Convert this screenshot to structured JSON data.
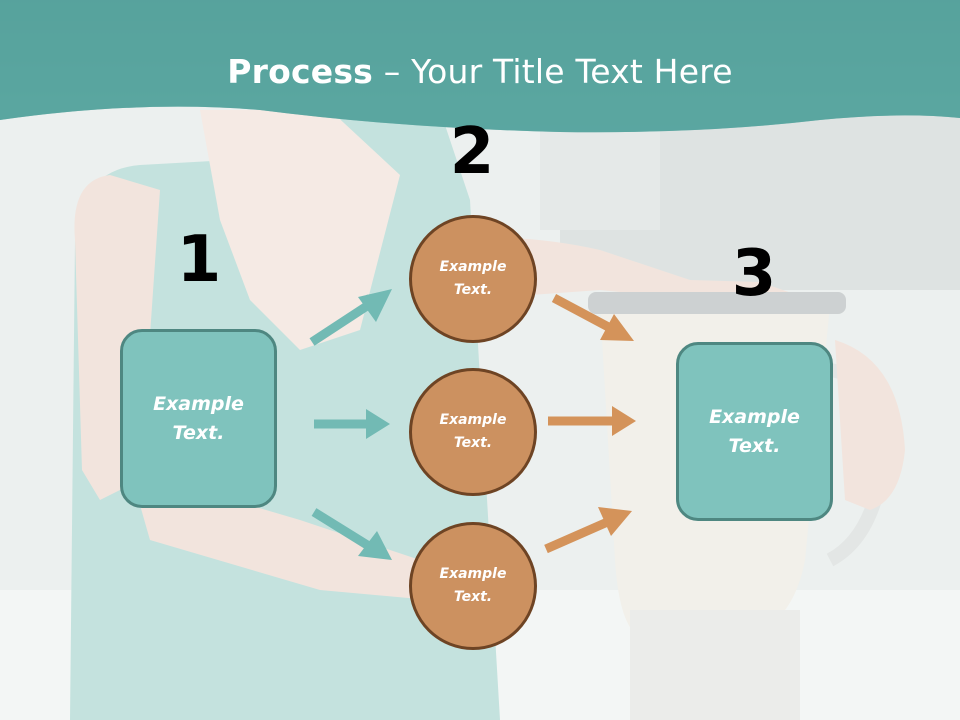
{
  "slide": {
    "title_bold": "Process",
    "title_rest": " – Your Title Text Here"
  },
  "steps": {
    "one": "1",
    "two": "2",
    "three": "3"
  },
  "nodes": {
    "left_box": "Example\nText.",
    "circle_top": "Example\nText.",
    "circle_middle": "Example\nText.",
    "circle_bottom": "Example\nText.",
    "right_box": "Example\nText."
  },
  "colors": {
    "header": "#4e9f98",
    "box_fill": "#7fc3bd",
    "box_border": "#4e8781",
    "circle_fill": "#cc9160",
    "circle_border": "#6e4424",
    "teal_arrow": "#72bab4",
    "orange_arrow": "#d4935a"
  }
}
